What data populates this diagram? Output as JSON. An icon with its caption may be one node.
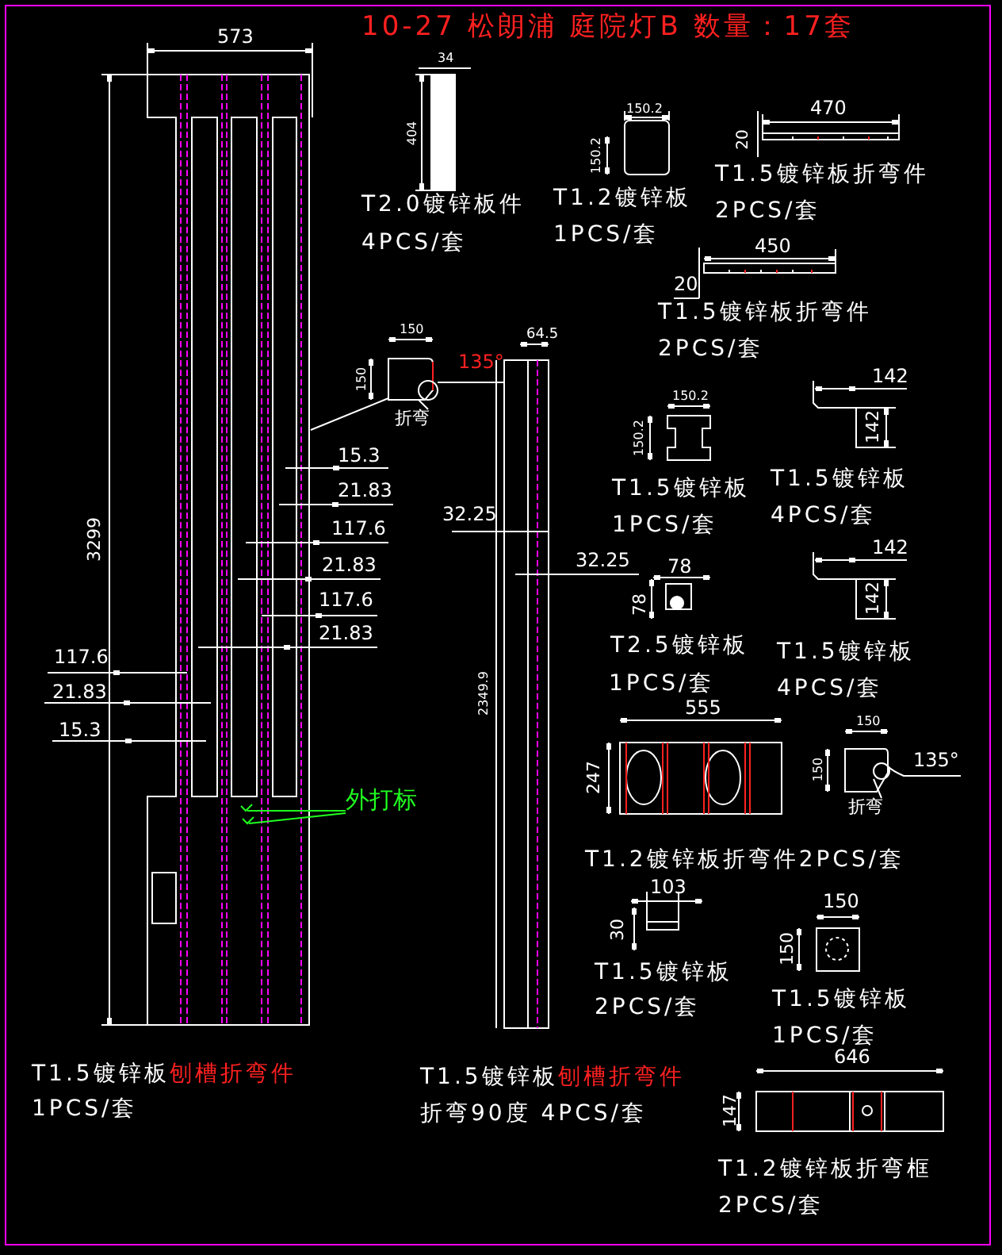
{
  "diagram": {
    "title": "10-27 松朗浦 庭院灯B 数量：17套",
    "nodes": [
      {
        "text": [
          "外打标"
        ]
      },
      {
        "text": [
          "折弯"
        ]
      },
      {
        "text": [
          "折弯"
        ]
      },
      {
        "text": [],
        "shape": "circle"
      },
      {
        "text": [],
        "shape": "circle"
      }
    ],
    "edges": [
      {
        "from": 0,
        "to": null,
        "arrow": "other",
        "color": "#20ff20"
      },
      {
        "from": 0,
        "to": null,
        "arrow": "other",
        "color": "#20ff20"
      },
      {
        "from": 1,
        "to": 3,
        "arrow": "none",
        "color": "#ffffff"
      },
      {
        "from": 2,
        "to": 4,
        "arrow": "none",
        "color": "#ffffff"
      }
    ],
    "labels": [
      "573",
      "3299",
      "34",
      "404",
      "T2.0镀锌板件",
      "4PCS/套",
      "150.2",
      "150.2",
      "T1.2镀锌板",
      "1PCS/套",
      "470",
      "20",
      "T1.5镀锌板折弯件",
      "2PCS/套",
      "450",
      "20",
      "T1.5镀锌板折弯件",
      "2PCS/套",
      "150",
      "150",
      "135°",
      "64.5",
      "15.3",
      "21.83",
      "117.6",
      "21.83",
      "117.6",
      "21.83",
      "32.25",
      "32.25",
      "150.2",
      "150.2",
      "T1.5镀锌板",
      "1PCS/套",
      "142",
      "142",
      "T1.5镀锌板",
      "4PCS/套",
      "142",
      "142",
      "78",
      "78",
      "T2.5镀锌板",
      "1PCS/套",
      "T1.5镀锌板",
      "4PCS/套",
      "117.6",
      "21.83",
      "15.3",
      "2349.9",
      "555",
      "247",
      "150",
      "150",
      "135°",
      "T1.2镀锌板折弯件2PCS/套",
      "103",
      "30",
      "150",
      "150",
      "T1.5镀锌板",
      "2PCS/套",
      "T1.5镀锌板",
      "1PCS/套",
      "T1.5镀锌板",
      "刨槽折弯件",
      "1PCS/套",
      "T1.5镀锌板",
      "刨槽折弯件",
      "折弯90度 4PCS/套",
      "646",
      "147",
      "T1.2镀锌板折弯框",
      "2PCS/套"
    ]
  }
}
